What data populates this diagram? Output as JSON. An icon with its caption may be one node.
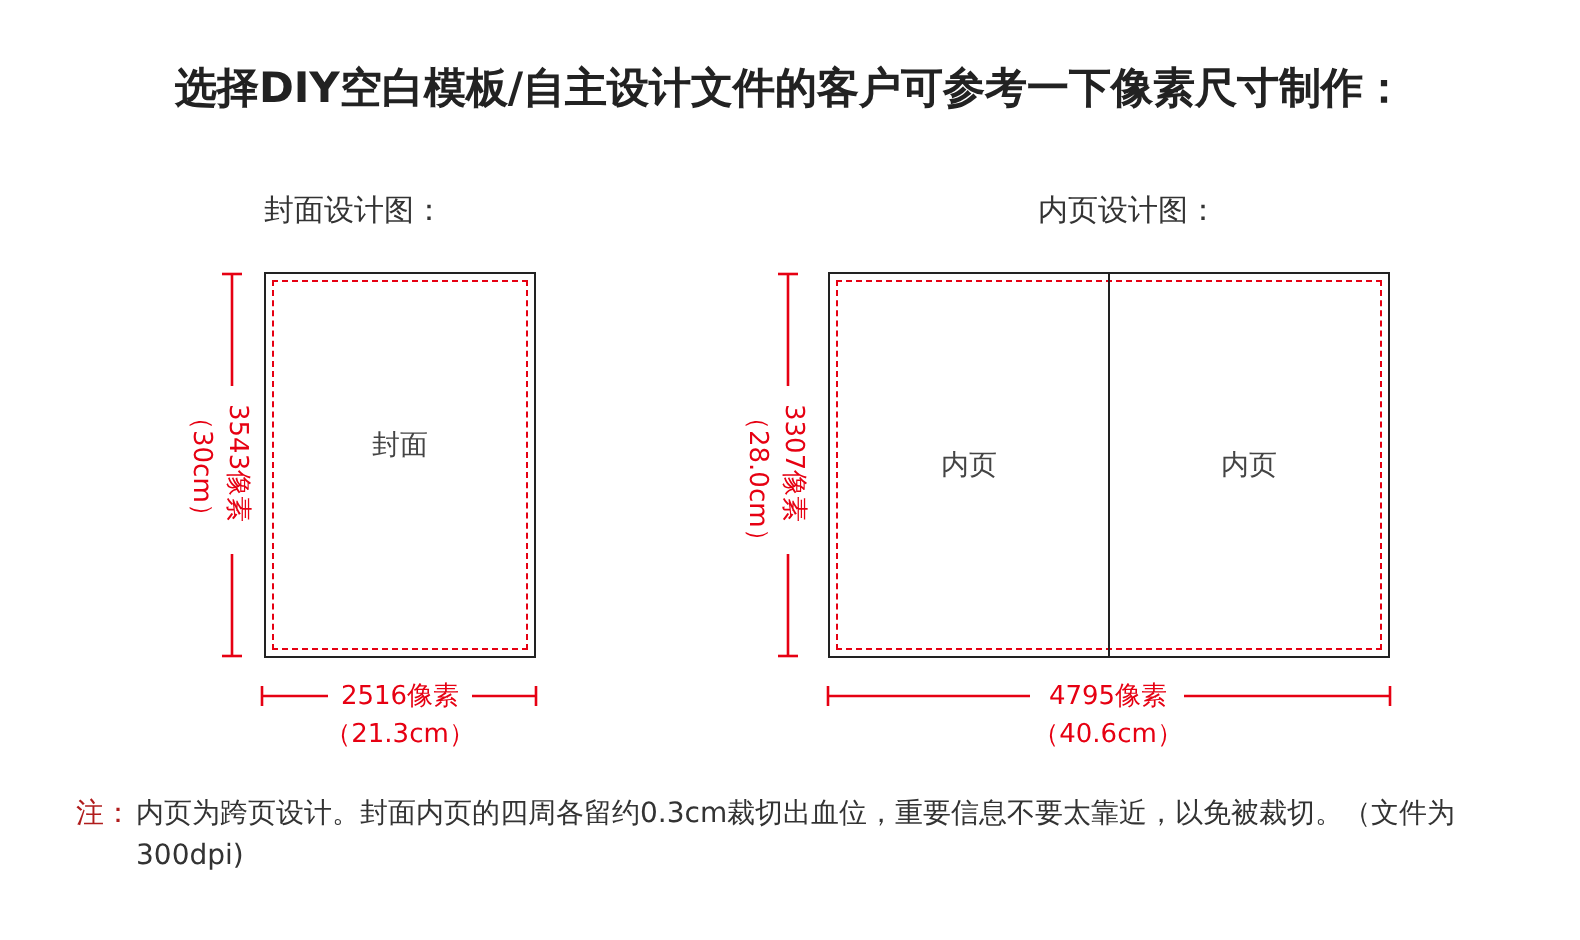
{
  "diagram": {
    "title": "选择DIY空白模板/自主设计文件的客户可参考一下像素尺寸制作：",
    "nodes": [
      {
        "text": [
          "封面设计图：",
          "封面"
        ]
      },
      {
        "text": [
          "内页设计图："
        ]
      },
      {
        "text": [
          "内页"
        ],
        "in": 1
      },
      {
        "text": [
          "内页"
        ],
        "in": 1
      }
    ],
    "labels": [
      "3543像素",
      "（30cm）",
      "2516像素",
      "（21.3cm）",
      "3307像素",
      "（28.0cm）",
      "4795像素",
      "（40.6cm）",
      "注：",
      "内页为跨页设计。封面内页的四周各留约0.3cm裁切出血位，重要信息不要太靠近，以免被裁切。（文件为300dpi)"
    ]
  }
}
